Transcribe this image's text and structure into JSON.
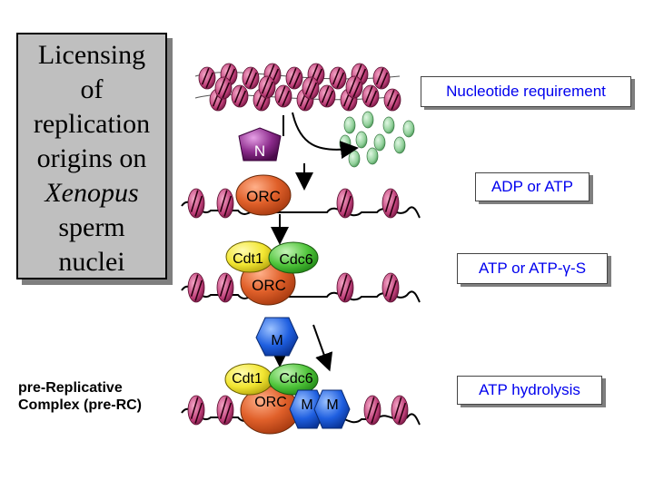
{
  "title_lines": [
    "Licensing",
    "of",
    "replication",
    "origins on",
    "Xenopus",
    "sperm",
    "nuclei"
  ],
  "title_italic_line": "Xenopus",
  "requirements": {
    "nucleotide": "Nucleotide requirement",
    "adp_atp": "ADP or ATP",
    "atp_gamma": "ATP or ATP-γ-S",
    "atp_hydrolysis": "ATP hydrolysis"
  },
  "prerc_label": [
    "pre-Replicative",
    "Complex (pre-RC)"
  ],
  "proteins": {
    "n": "N",
    "orc": "ORC",
    "cdt1": "Cdt1",
    "cdc6": "Cdc6",
    "m": "M"
  },
  "colors": {
    "text_blue": "#0000ee",
    "title_box_fill": "#bfbfbf",
    "orc_fill": "#e0602a",
    "cdt1_fill": "#f2e632",
    "cdc6_fill": "#4fc43a",
    "mcm_fill": "#1f5fe0",
    "n_fill": "#8a2a8a",
    "nucleosome_fill": "#c0407a",
    "free_nucleotide_fill": "#8fcf98"
  }
}
